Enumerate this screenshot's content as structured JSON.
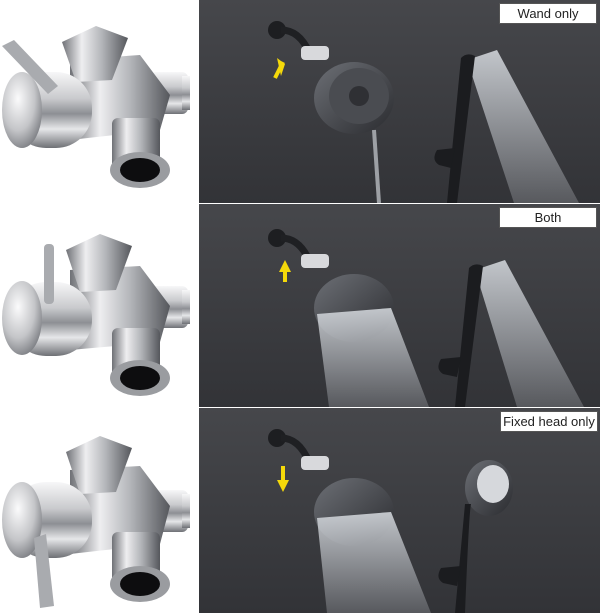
{
  "panels": [
    {
      "mode_label": "Wand only",
      "arrow_direction": "up"
    },
    {
      "mode_label": "Both",
      "arrow_direction": "up"
    },
    {
      "mode_label": "Fixed head only",
      "arrow_direction": "down"
    }
  ],
  "colors": {
    "photo_background": "#3f4044",
    "arrow": "#f5d90a",
    "chrome_light": "#f4f4f5",
    "chrome_dark": "#5b5d62"
  }
}
